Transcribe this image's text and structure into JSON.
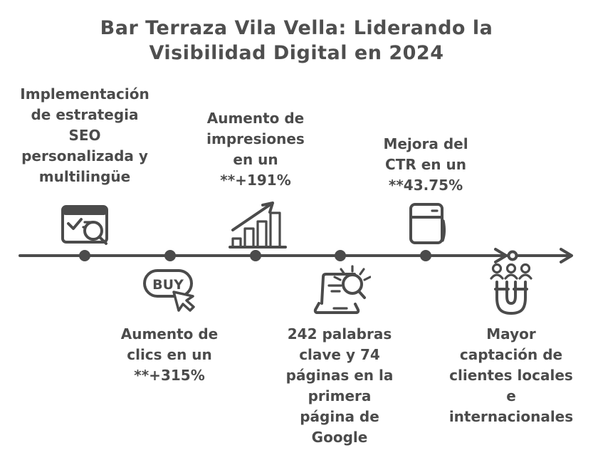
{
  "colors": {
    "background": "#ffffff",
    "ink": "#4b4b4b"
  },
  "title": "Bar Terraza Vila Vella: Liderando la\nVisibilidad Digital en 2024",
  "milestones": [
    {
      "id": "seo-strategy",
      "side": "top",
      "icon": "browser-seo-audit-icon",
      "text": "Implementación\nde estrategia\nSEO\npersonalizada y\nmultilingüe"
    },
    {
      "id": "clicks-increase",
      "side": "bottom",
      "icon": "buy-cursor-icon",
      "text": "Aumento de\nclics en un\n**+315%"
    },
    {
      "id": "impressions-increase",
      "side": "top",
      "icon": "growth-chart-icon",
      "text": "Aumento de\nimpresiones\nen un\n**+191%"
    },
    {
      "id": "first-page-keywords",
      "side": "bottom",
      "icon": "laptop-search-icon",
      "text": "242 palabras\nclave y 74\npáginas en la\nprimera\npágina de\nGoogle"
    },
    {
      "id": "ctr-improvement",
      "side": "top",
      "icon": "server-icon",
      "text": "Mejora del\nCTR en un\n**43.75%"
    },
    {
      "id": "customer-attraction",
      "side": "bottom",
      "icon": "magnet-customers-icon",
      "text": "Mayor\ncaptación de\nclientes locales\ne\ninternacionales"
    }
  ],
  "icons": {
    "buy_label": "BUY",
    "names": [
      "browser-seo-audit-icon",
      "buy-cursor-icon",
      "growth-chart-icon",
      "laptop-search-icon",
      "server-icon",
      "magnet-customers-icon",
      "timeline-arrow-icon"
    ]
  }
}
